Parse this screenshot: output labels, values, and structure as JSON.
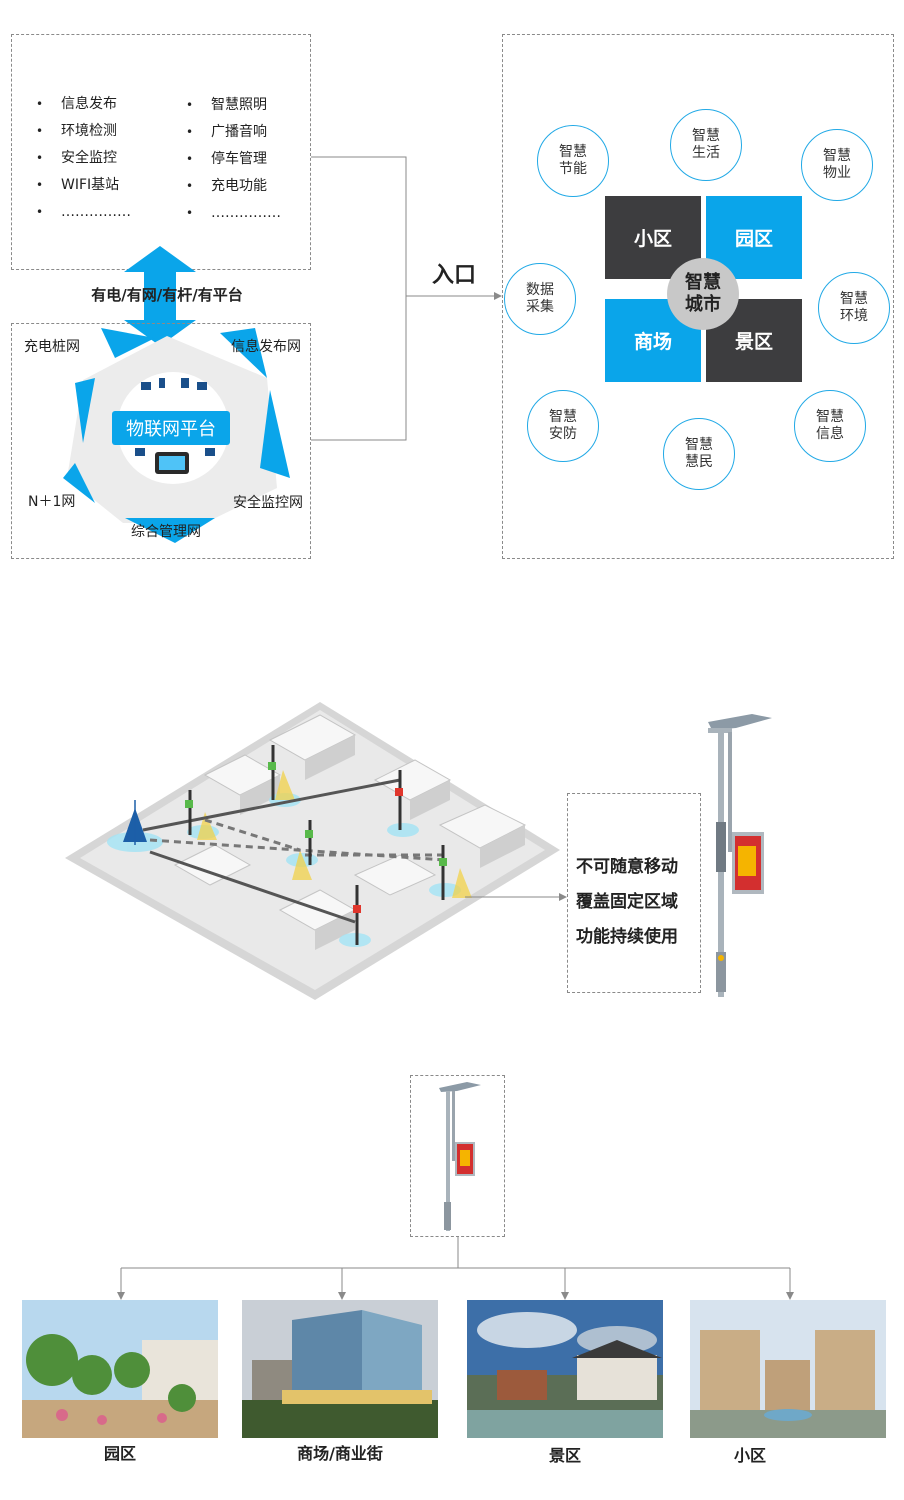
{
  "top_left_box": {
    "col1": [
      "信息发布",
      "环境检测",
      "安全监控",
      "WIFI基站",
      "……………"
    ],
    "col2": [
      "智慧照明",
      "广播音响",
      "停车管理",
      "充电功能",
      "……………"
    ]
  },
  "arrow_label": "有电/有网/有杆/有平台",
  "platform": {
    "center_label": "物联网平台",
    "corner_labels": {
      "top_left": "充电桩网",
      "top_right": "信息发布网",
      "bottom_left": "N＋1网",
      "bottom_right": "安全监控网",
      "bottom": "综合管理网"
    }
  },
  "entrance_label": "入口",
  "smart_city": {
    "center": "智慧\n城市",
    "quadrants": [
      "小区",
      "园区",
      "商场",
      "景区"
    ],
    "circles": [
      "智慧\n节能",
      "智慧\n生活",
      "智慧\n物业",
      "数据\n采集",
      "智慧\n环境",
      "智慧\n安防",
      "智慧\n信息",
      "智慧\n慧民"
    ]
  },
  "features": [
    "不可随意移动",
    "覆盖固定区域",
    "功能持续使用"
  ],
  "scenes": [
    "园区",
    "商场/商业街",
    "景区",
    "小区"
  ],
  "colors": {
    "accent_blue": "#0aa5ea",
    "dark_gray": "#3d3d3f",
    "dash_gray": "#8a8a8a"
  }
}
